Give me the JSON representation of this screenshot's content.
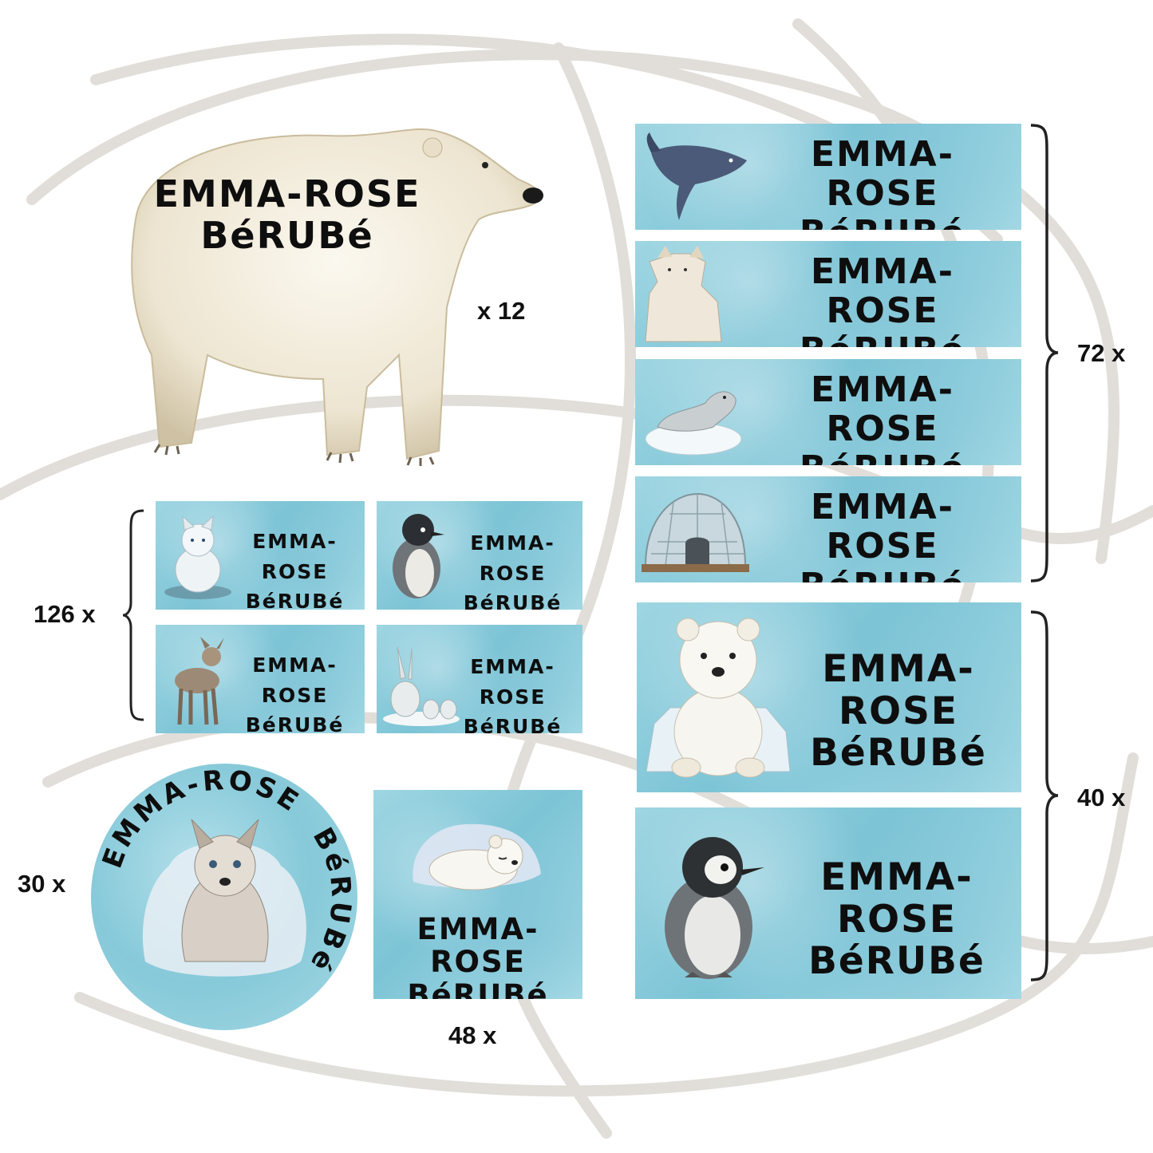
{
  "first_name": "EMMA-ROSE",
  "last_name": "BéRUBé",
  "quantities": {
    "large_bear": "x 12",
    "long_labels": "72 x",
    "small_labels": "126 x",
    "big_labels": "40 x",
    "round_label": "30 x",
    "medium_label": "48 x"
  },
  "icons": {
    "large_bear": "polar-bear-illustration",
    "long_labels": [
      "whale",
      "arctic-wolf",
      "seal",
      "igloo"
    ],
    "small_labels": [
      "arctic-fox",
      "penguin",
      "fawn",
      "snow-hares"
    ],
    "big_labels": [
      "polar-bear-cub",
      "penguin-chick"
    ],
    "round_label": "wolf-pup",
    "medium_label": "sleeping-polar-bear-cub"
  },
  "colors": {
    "ice": "#8fcfdd",
    "text": "#0e0e0e",
    "swirl": "#d9d6d0"
  }
}
